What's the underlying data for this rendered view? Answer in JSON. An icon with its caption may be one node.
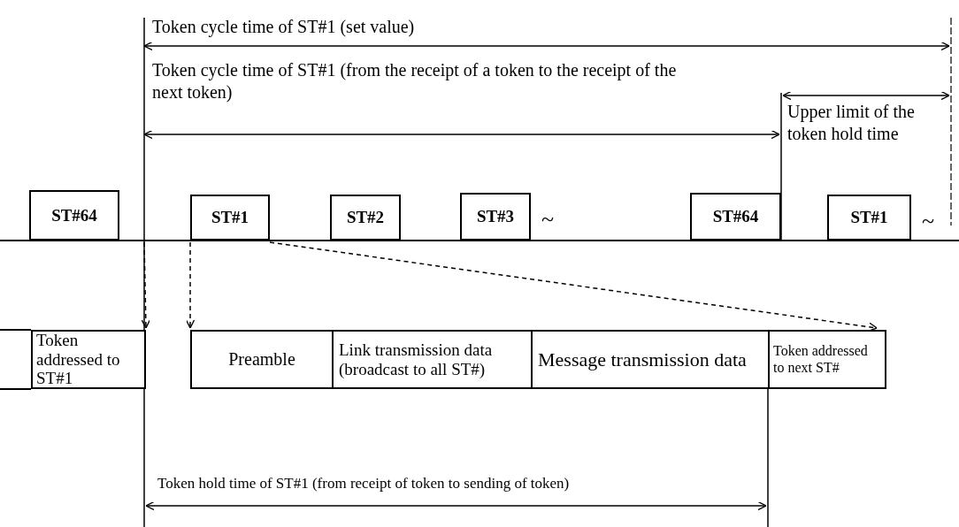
{
  "diagram": {
    "nodes": [
      {
        "text": [
          "ST#64"
        ]
      },
      {
        "text": [
          "ST#1"
        ]
      },
      {
        "text": [
          "ST#2"
        ]
      },
      {
        "text": [
          "ST#3"
        ]
      },
      {
        "text": [
          "ST#64"
        ]
      },
      {
        "text": [
          "ST#1"
        ]
      },
      {
        "text": [
          "Token addressed to ST#1"
        ]
      },
      {
        "text": [
          "Preamble"
        ]
      },
      {
        "text": [
          "Link transmission data (broadcast to all ST#)"
        ]
      },
      {
        "text": [
          "Message transmission data"
        ]
      },
      {
        "text": [
          "Token addressed to next ST#"
        ]
      }
    ],
    "edges": [
      {
        "from": null,
        "to": 6,
        "arrow": "to",
        "style": "dashed"
      },
      {
        "from": 1,
        "to": 7,
        "arrow": "to",
        "style": "dashed"
      },
      {
        "from": 1,
        "to": 10,
        "arrow": "to",
        "style": "dashed"
      }
    ],
    "labels": [
      "Token cycle time of ST#1 (set value)",
      "Token cycle time of ST#1 (from the receipt of a token to the receipt of the next token)",
      "Upper limit of the token hold time",
      "~",
      "~",
      "Token hold time of ST#1 (from receipt of token to sending of token)"
    ]
  }
}
